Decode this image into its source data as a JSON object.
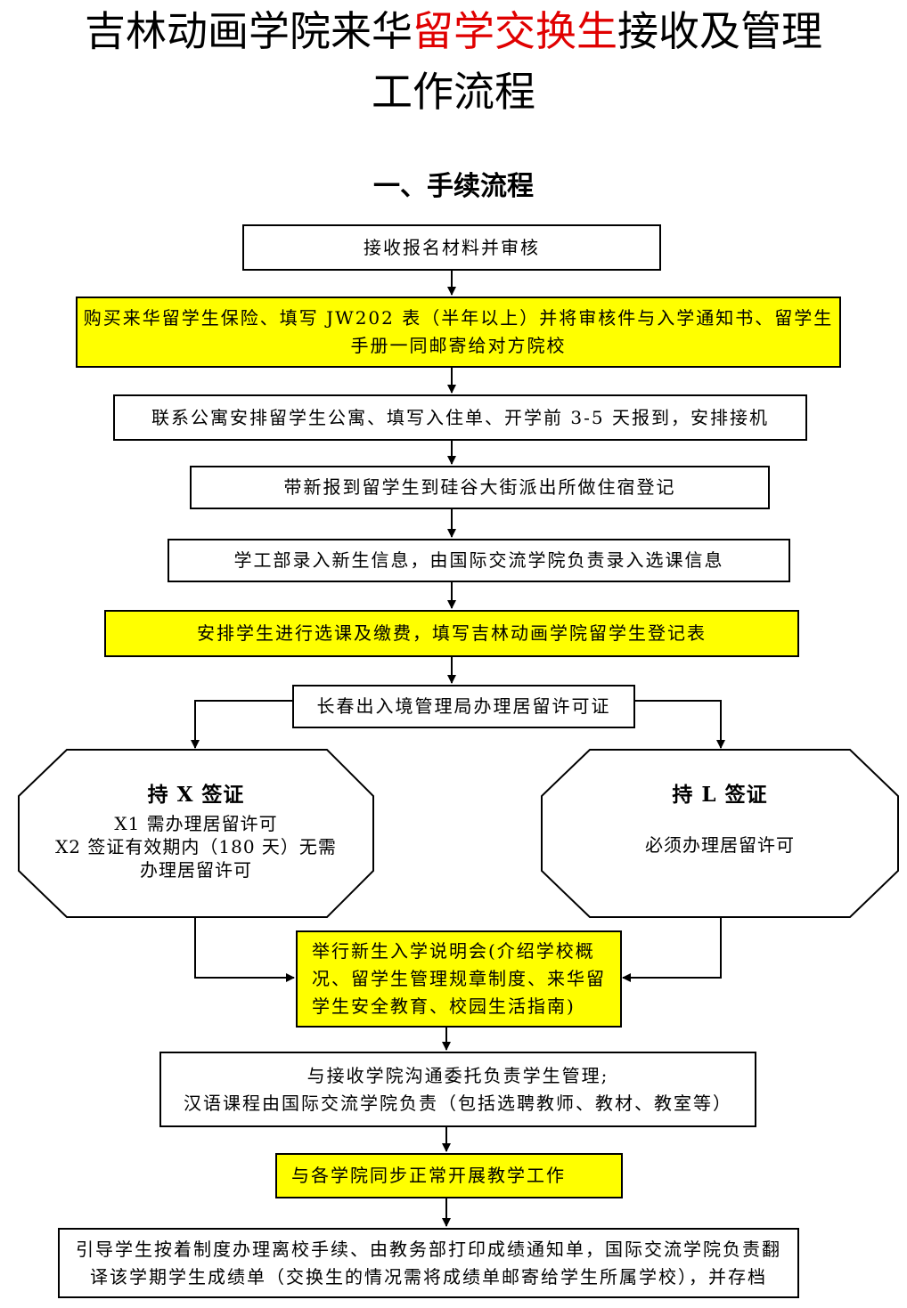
{
  "title": {
    "line1_a": "吉林动画学院来华",
    "line1_red": "留学交换生",
    "line1_b": "接收及管理",
    "line2": "工作流程"
  },
  "section_heading": "一、手续流程",
  "colors": {
    "highlight": "#ffff00",
    "title_red": "#e00000",
    "line": "#000000"
  },
  "steps": {
    "s1": "接收报名材料并审核",
    "s2_l1": "购买来华留学生保险、填写 JW202 表（半年以上）并将审核件与入学通知书、留学生",
    "s2_l2": "手册一同邮寄给对方院校",
    "s3": "联系公寓安排留学生公寓、填写入住单、开学前 3-5 天报到，安排接机",
    "s4": "带新报到留学生到硅谷大街派出所做住宿登记",
    "s5": "学工部录入新生信息，由国际交流学院负责录入选课信息",
    "s6": "安排学生进行选课及缴费，填写吉林动画学院留学生登记表",
    "s7": "长春出入境管理局办理居留许可证",
    "s8_l1": "举行新生入学说明会(介绍学校概",
    "s8_l2": "况、留学生管理规章制度、来华留",
    "s8_l3": "学生安全教育、校园生活指南)",
    "s9_l1": "与接收学院沟通委托负责学生管理;",
    "s9_l2": "汉语课程由国际交流学院负责（包括选聘教师、教材、教室等）",
    "s10": "与各学院同步正常开展教学工作",
    "s11_l1": "引导学生按着制度办理离校手续、由教务部打印成绩通知单，国际交流学院负责翻",
    "s11_l2": "译该学期学生成绩单（交换生的情况需将成绩单邮寄给学生所属学校），并存档"
  },
  "visa_x": {
    "title": "持 X 签证",
    "line1": "X1 需办理居留许可",
    "line2": "X2 签证有效期内（180 天）无需",
    "line3": "办理居留许可"
  },
  "visa_l": {
    "title": "持 L 签证",
    "line1": "必须办理居留许可"
  }
}
